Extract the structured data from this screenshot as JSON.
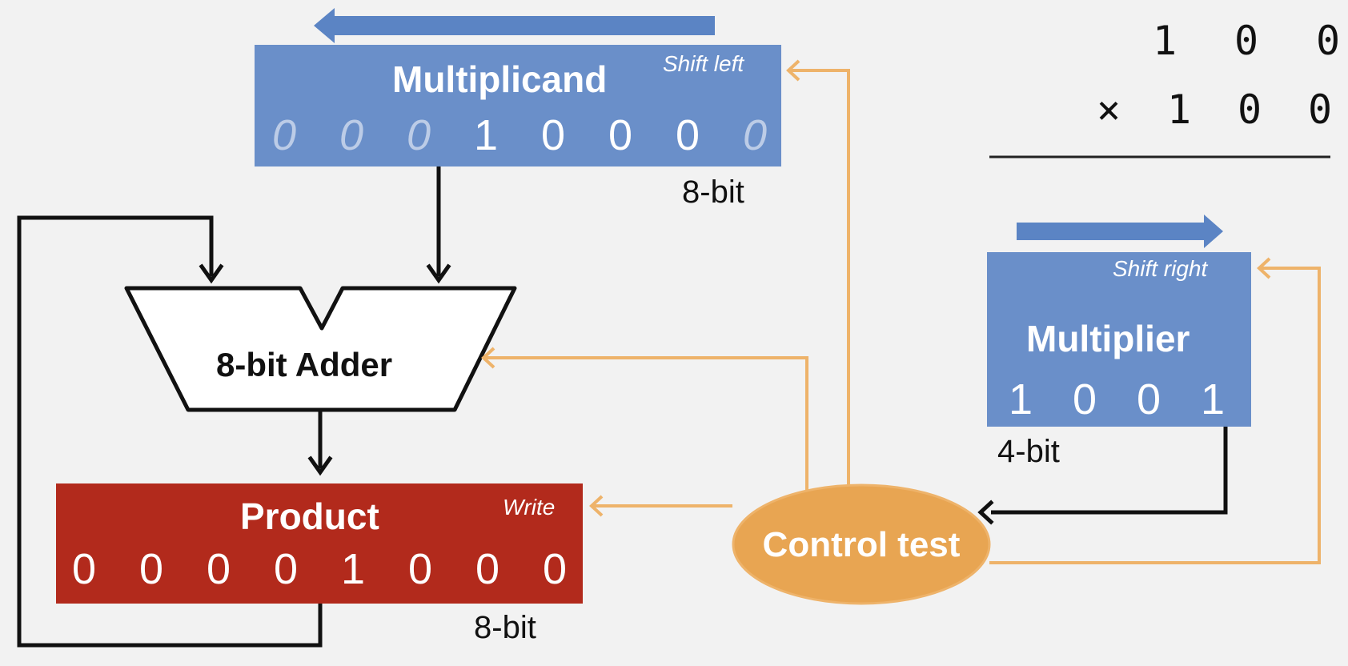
{
  "multiplicand": {
    "title": "Multiplicand",
    "tag": "Shift left",
    "bits": [
      "0",
      "0",
      "0",
      "1",
      "0",
      "0",
      "0",
      "0"
    ],
    "faded": [
      true,
      true,
      true,
      false,
      false,
      false,
      false,
      true
    ],
    "size": "8-bit"
  },
  "adder": {
    "label": "8-bit Adder"
  },
  "product": {
    "title": "Product",
    "tag": "Write",
    "bits": [
      "0",
      "0",
      "0",
      "0",
      "1",
      "0",
      "0",
      "0"
    ],
    "size": "8-bit"
  },
  "multiplier": {
    "title": "Multiplier",
    "tag": "Shift right",
    "bits": [
      "1",
      "0",
      "0",
      "1"
    ],
    "size": "4-bit"
  },
  "control": {
    "label": "Control test"
  },
  "worked_example": {
    "row1": [
      "1",
      "0",
      "0"
    ],
    "operator": "×",
    "row2": [
      "1",
      "0",
      "0"
    ]
  },
  "colors": {
    "register_blue": "#6a8fc9",
    "product_red": "#b22a1c",
    "control_orange": "#e8a552",
    "control_line": "#eeb36a",
    "arrow_blue": "#5b84c4",
    "wire_black": "#111111"
  }
}
